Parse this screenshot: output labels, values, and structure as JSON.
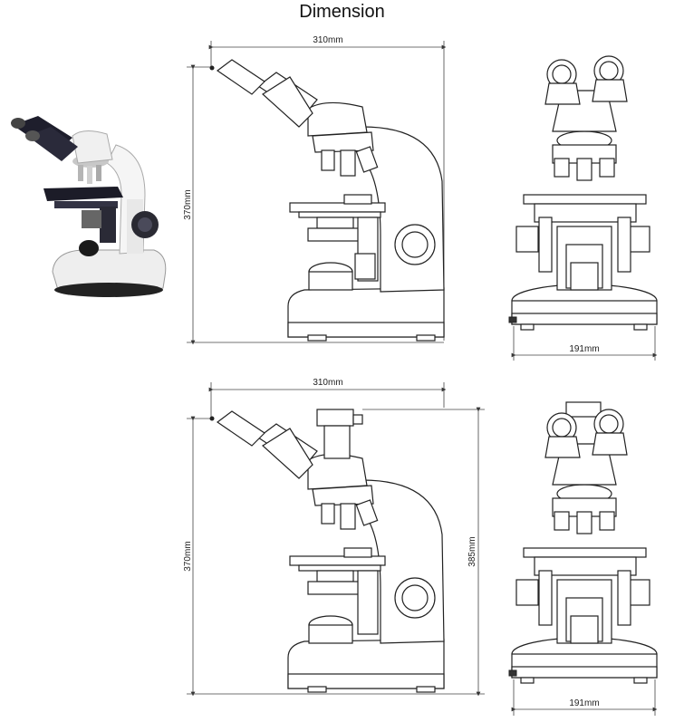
{
  "title": "Dimension",
  "dimensions": {
    "top": {
      "width": "310mm",
      "height": "370mm",
      "depth": "191mm"
    },
    "bottom": {
      "width": "310mm",
      "height": "370mm",
      "height_total": "385mm",
      "depth": "191mm"
    }
  },
  "colors": {
    "line": "#222222",
    "photo_body": "#f2f2f2",
    "photo_dark": "#1a1a2a"
  }
}
